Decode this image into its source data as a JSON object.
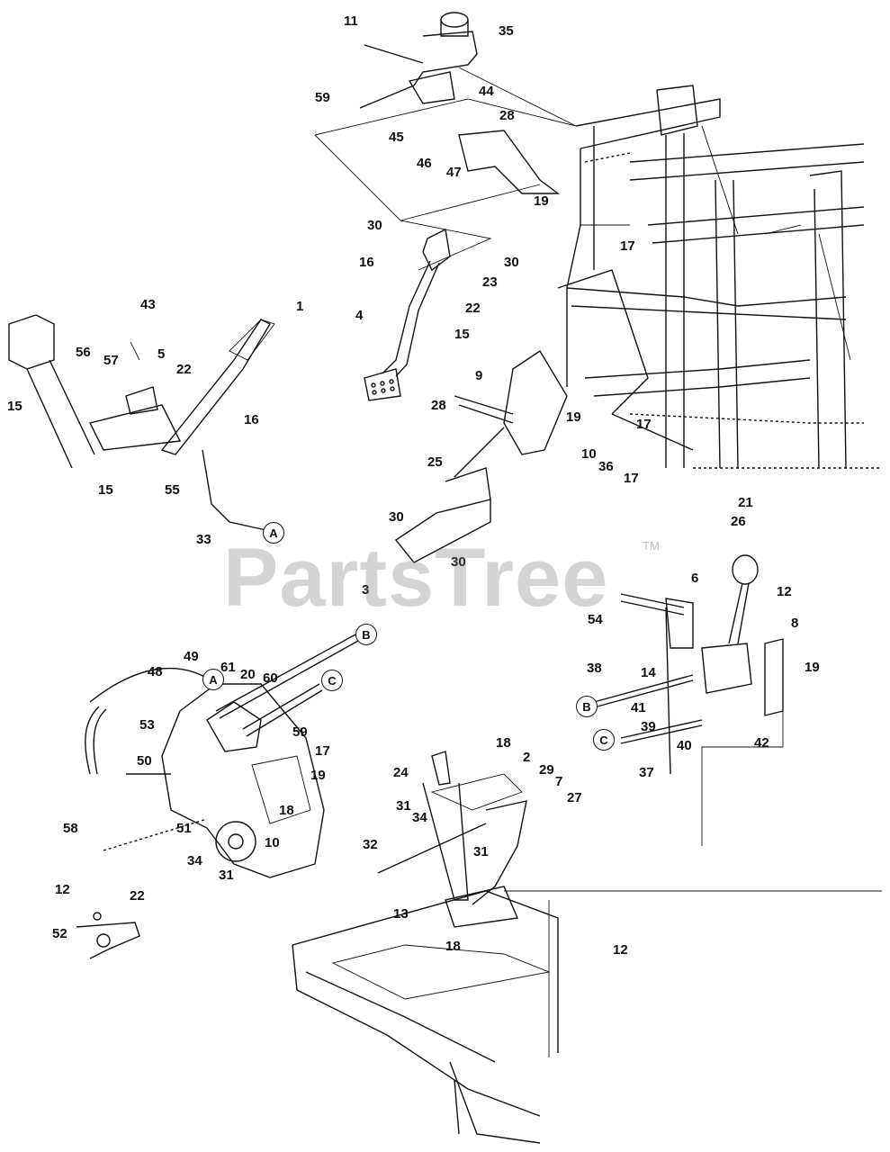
{
  "watermark": {
    "text": "PartsTree",
    "trademark": "TM"
  },
  "callouts": [
    "A",
    "B",
    "C"
  ],
  "part_numbers": {
    "p1": "1",
    "p2": "2",
    "p3": "3",
    "p4": "4",
    "p5": "5",
    "p6": "6",
    "p7": "7",
    "p8": "8",
    "p9": "9",
    "p10": "10",
    "p11": "11",
    "p12": "12",
    "p13": "13",
    "p14": "14",
    "p15": "15",
    "p16": "16",
    "p17": "17",
    "p18": "18",
    "p19": "19",
    "p20": "20",
    "p21": "21",
    "p22": "22",
    "p23": "23",
    "p24": "24",
    "p25": "25",
    "p26": "26",
    "p27": "27",
    "p28": "28",
    "p29": "29",
    "p30": "30",
    "p31": "31",
    "p32": "32",
    "p33": "33",
    "p34": "34",
    "p35": "35",
    "p36": "36",
    "p37": "37",
    "p38": "38",
    "p39": "39",
    "p40": "40",
    "p41": "41",
    "p42": "42",
    "p43": "43",
    "p44": "44",
    "p45": "45",
    "p46": "46",
    "p47": "47",
    "p48": "48",
    "p49": "49",
    "p50": "50",
    "p51": "51",
    "p52": "52",
    "p53": "53",
    "p54": "54",
    "p55": "55",
    "p56": "56",
    "p57": "57",
    "p58": "58",
    "p59": "59",
    "p60": "60",
    "p61": "61"
  }
}
